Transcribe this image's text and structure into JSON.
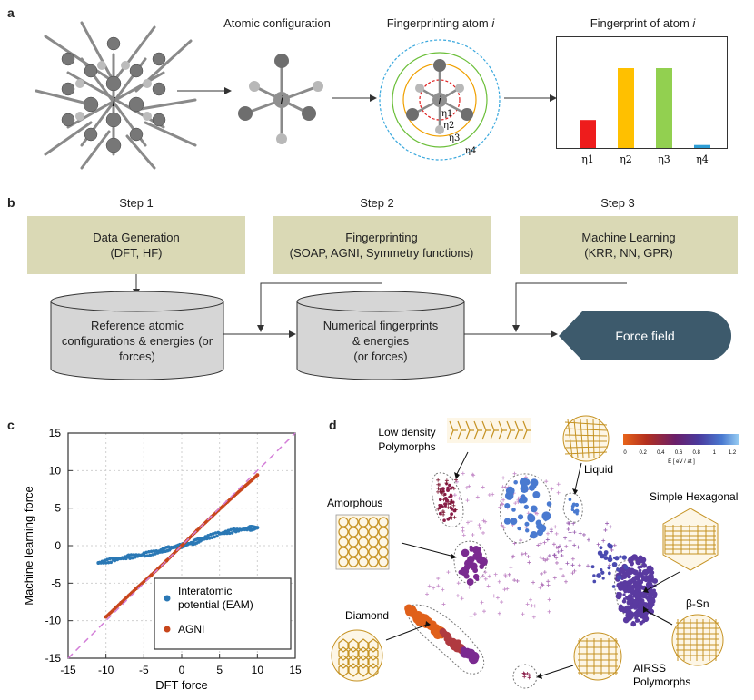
{
  "panel_a": {
    "letter": "a",
    "label_atomic_configuration": "Atomic configuration",
    "label_fingerprinting": "Fingerprinting  atom ",
    "label_fingerprint_of": "Fingerprint of atom ",
    "atom_symbol": "i",
    "eta_labels": [
      "η1",
      "η2",
      "η3",
      "η4"
    ],
    "fingerprint_bars": {
      "categories": [
        "η1",
        "η2",
        "η3",
        "η4"
      ],
      "values": [
        0.28,
        0.8,
        0.8,
        0.03
      ],
      "colors": [
        "#ee1c1c",
        "#ffc000",
        "#92d050",
        "#2e9ed6"
      ]
    },
    "ring_colors": [
      "#e02020",
      "#f0a000",
      "#6cbf3a",
      "#3aa8dd"
    ]
  },
  "panel_b": {
    "letter": "b",
    "steps": [
      "Step 1",
      "Step 2",
      "Step 3"
    ],
    "boxes": [
      {
        "title": "Data Generation",
        "sub": "(DFT, HF)"
      },
      {
        "title": "Fingerprinting",
        "sub": "(SOAP, AGNI, Symmetry functions)"
      },
      {
        "title": "Machine Learning",
        "sub": "(KRR, NN, GPR)"
      }
    ],
    "cylinders": [
      {
        "lines": [
          "Reference atomic",
          "configurations & energies (or",
          "forces)"
        ]
      },
      {
        "lines": [
          "Numerical fingerprints",
          "& energies",
          "(or forces)"
        ]
      }
    ],
    "output": "Force field",
    "colors": {
      "box": "#dad9b5",
      "cylinder": "#d6d6d6",
      "output": "#3d5a6c"
    }
  },
  "panel_c": {
    "letter": "c",
    "legend": [
      "Interatomic potential (EAM)",
      "AGNI"
    ],
    "chart_data": {
      "type": "scatter",
      "xlabel": "DFT force",
      "ylabel": "Machine learning force",
      "xlim": [
        -15,
        15
      ],
      "ylim": [
        -15,
        15
      ],
      "xticks": [
        -15,
        -10,
        -5,
        0,
        5,
        10,
        15
      ],
      "yticks": [
        -15,
        -10,
        -5,
        0,
        5,
        10,
        15
      ],
      "grid": true,
      "legend_position": "bottom-right",
      "series": [
        {
          "name": "Interatomic potential (EAM)",
          "color": "#2a78b5",
          "x": [
            -11,
            -9,
            -7,
            -5,
            -3,
            -1.5,
            0,
            1.5,
            3,
            5,
            7,
            9,
            10
          ],
          "y": [
            -2.3,
            -1.9,
            -1.5,
            -1.2,
            -0.8,
            -0.3,
            0,
            0.4,
            1.0,
            1.6,
            2.0,
            2.3,
            2.4
          ]
        },
        {
          "name": "AGNI",
          "color": "#c8461c",
          "x": [
            -10,
            -8,
            -6,
            -4,
            -2,
            0,
            2,
            4,
            6,
            8,
            10
          ],
          "y": [
            -9.5,
            -7.6,
            -5.7,
            -3.9,
            -2.0,
            0,
            2.0,
            3.9,
            5.8,
            7.6,
            9.4
          ]
        }
      ]
    }
  },
  "panel_d": {
    "letter": "d",
    "labels": {
      "low_density": [
        "Low density",
        "Polymorphs"
      ],
      "liquid": "Liquid",
      "amorphous": "Amorphous",
      "simple_hexagonal": "Simple Hexagonal",
      "beta_sn": "β-Sn",
      "diamond": "Diamond",
      "airss": [
        "AIRSS",
        "Polymorphs"
      ]
    },
    "colorbar": {
      "ticks": [
        "0",
        "0.2",
        "0.4",
        "0.6",
        "0.8",
        "1",
        "1.2"
      ],
      "label": "E  [ eV / at ]"
    }
  }
}
